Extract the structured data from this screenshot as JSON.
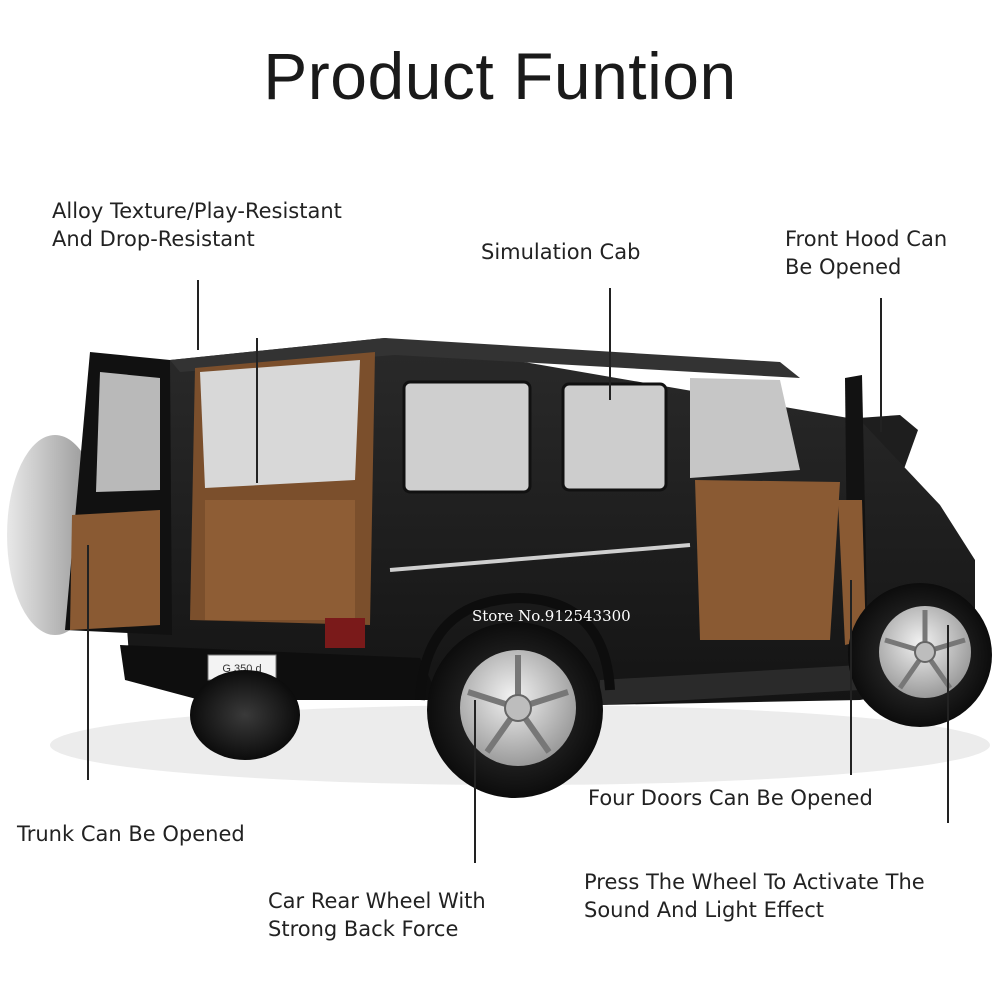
{
  "title": "Product Funtion",
  "labels": {
    "alloy_line1": "Alloy Texture/Play-Resistant",
    "alloy_line2": "And Drop-Resistant",
    "cab": "Simulation Cab",
    "hood_line1": "Front Hood Can",
    "hood_line2": "Be Opened",
    "trunk": "Trunk Can Be Opened",
    "doors": "Four Doors Can Be Opened",
    "rear_wheel_line1": "Car Rear Wheel With",
    "rear_wheel_line2": "Strong Back Force",
    "press_line1": "Press The Wheel To Activate The",
    "press_line2": "Sound And Light Effect"
  },
  "watermark": "Store No.912543300",
  "plate": "G 350 d",
  "colors": {
    "body": "#1c1c1c",
    "interior": "#8a5a33",
    "rim": "#c9c9c9"
  }
}
